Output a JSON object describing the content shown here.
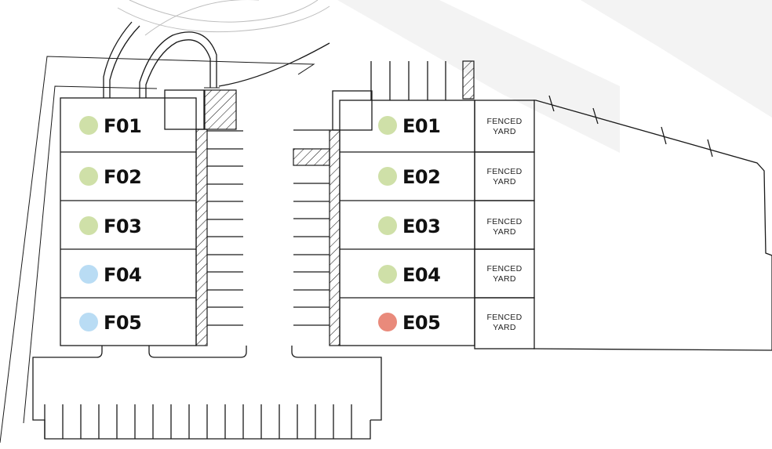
{
  "colors": {
    "available": "#cfe0a8",
    "pending": "#b9dcf4",
    "leased": "#e98a7b",
    "yard_fill": "#d9d9d9",
    "background_shade": "#f2f2f2"
  },
  "building_f": {
    "units": [
      {
        "label": "F01",
        "status": "available"
      },
      {
        "label": "F02",
        "status": "available"
      },
      {
        "label": "F03",
        "status": "available"
      },
      {
        "label": "F04",
        "status": "pending"
      },
      {
        "label": "F05",
        "status": "pending"
      }
    ]
  },
  "building_e": {
    "units": [
      {
        "label": "E01",
        "status": "available",
        "yard_line1": "FENCED",
        "yard_line2": "YARD"
      },
      {
        "label": "E02",
        "status": "available",
        "yard_line1": "FENCED",
        "yard_line2": "YARD"
      },
      {
        "label": "E03",
        "status": "available",
        "yard_line1": "FENCED",
        "yard_line2": "YARD"
      },
      {
        "label": "E04",
        "status": "available",
        "yard_line1": "FENCED",
        "yard_line2": "YARD"
      },
      {
        "label": "E05",
        "status": "leased",
        "yard_line1": "FENCED",
        "yard_line2": "YARD"
      }
    ]
  }
}
